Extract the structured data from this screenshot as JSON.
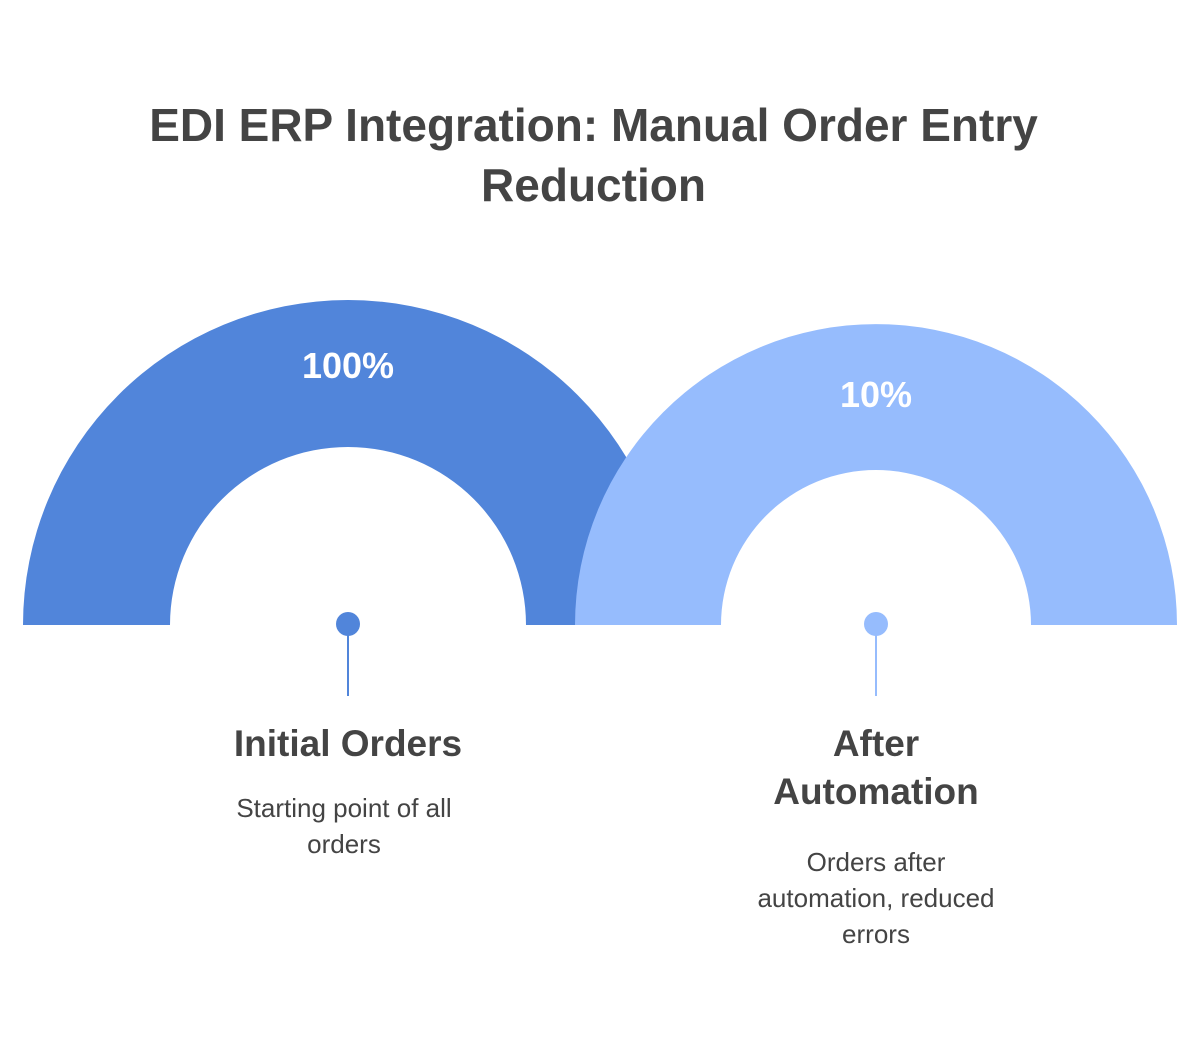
{
  "title": {
    "line1": "EDI ERP Integration: Manual Order Entry",
    "line2": "Reduction"
  },
  "colors": {
    "initial": "#5185DA",
    "after": "#96BCFD",
    "text": "#444444",
    "background": "#FFFFFF"
  },
  "stages": [
    {
      "value_label": "100%",
      "value": 100,
      "heading": "Initial Orders",
      "description": "Starting point of all orders"
    },
    {
      "value_label": "10%",
      "value": 10,
      "heading_line1": "After",
      "heading_line2": "Automation",
      "description_line1": "Orders after",
      "description_line2": "automation, reduced",
      "description_line3": "errors"
    }
  ]
}
